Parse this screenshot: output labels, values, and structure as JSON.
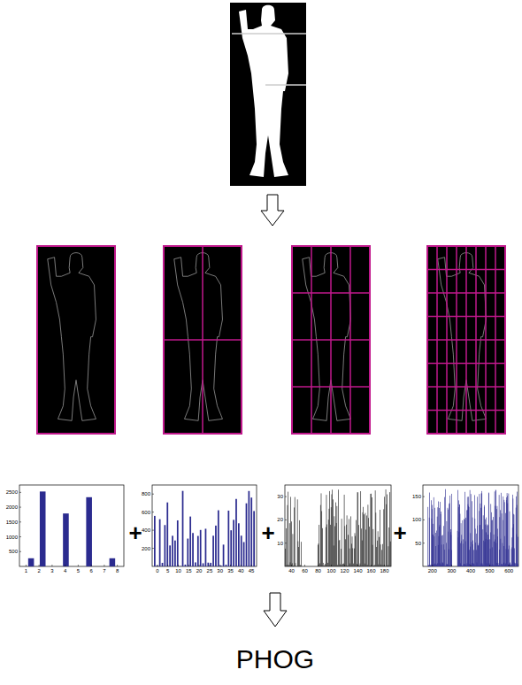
{
  "diagram": {
    "labels": [
      "1",
      "2",
      "3",
      "4",
      "5",
      "6",
      "7",
      "8",
      "500",
      "1000",
      "1500",
      "2000",
      "2500",
      "0",
      "5",
      "10",
      "15",
      "20",
      "25",
      "30",
      "35",
      "40",
      "45",
      "200",
      "400",
      "600",
      "800",
      "40",
      "60",
      "80",
      "100",
      "120",
      "140",
      "160",
      "180",
      "10",
      "20",
      "30",
      "200",
      "300",
      "400",
      "500",
      "600",
      "50",
      "100",
      "150",
      "+",
      "+",
      "+",
      "PHOG"
    ]
  }
}
